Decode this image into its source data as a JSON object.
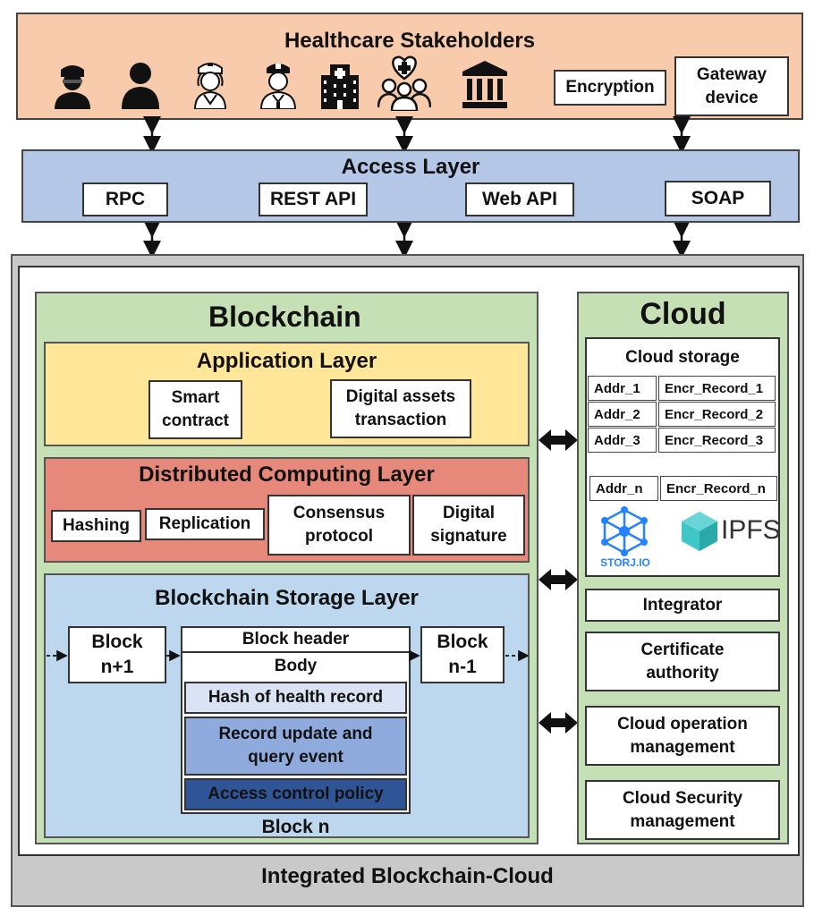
{
  "stakeholders": {
    "title": "Healthcare Stakeholders",
    "icons": [
      "doctor-icon",
      "patient-icon",
      "nurse-icon",
      "physician-icon",
      "hospital-icon",
      "caregivers-icon",
      "institution-icon"
    ],
    "encryption": "Encryption",
    "gateway": "Gateway device"
  },
  "access": {
    "title": "Access Layer",
    "items": [
      "RPC",
      "REST API",
      "Web API",
      "SOAP"
    ]
  },
  "blockchain": {
    "title": "Blockchain",
    "application": {
      "title": "Application Layer",
      "smart_contract": "Smart contract",
      "digital_assets": "Digital assets transaction"
    },
    "distributed": {
      "title": "Distributed Computing Layer",
      "hashing": "Hashing",
      "replication": "Replication",
      "consensus": "Consensus protocol",
      "signature": "Digital signature"
    },
    "storage": {
      "title": "Blockchain Storage Layer",
      "block_next": "Block n+1",
      "block_prev": "Block n-1",
      "block_header": "Block header",
      "body": "Body",
      "hash_record": "Hash of health record",
      "record_update": "Record update and query event",
      "access_policy": "Access control policy",
      "block_n": "Block n"
    }
  },
  "cloud": {
    "title": "Cloud",
    "storage_title": "Cloud storage",
    "table": [
      [
        "Addr_1",
        "Encr_Record_1"
      ],
      [
        "Addr_2",
        "Encr_Record_2"
      ],
      [
        "Addr_3",
        "Encr_Record_3"
      ],
      [
        "Addr_n",
        "Encr_Record_n"
      ]
    ],
    "storj_label": "STORJ.IO",
    "ipfs_label": "IPFS",
    "integrator": "Integrator",
    "certificate": "Certificate authority",
    "operation": "Cloud operation management",
    "security": "Cloud Security management"
  },
  "footer": "Integrated Blockchain-Cloud",
  "colors": {
    "stakeholders": "#f8cbad",
    "access": "#b4c7e7",
    "blockchain": "#c5e0b4",
    "application": "#ffe699",
    "distributed": "#e7897a",
    "storage": "#bdd7ee",
    "hash_row": "#dae3f3",
    "update_row": "#8faadc",
    "policy_row": "#2f5597",
    "storj": "#2683ff",
    "ipfs": "#3fc6c7"
  }
}
